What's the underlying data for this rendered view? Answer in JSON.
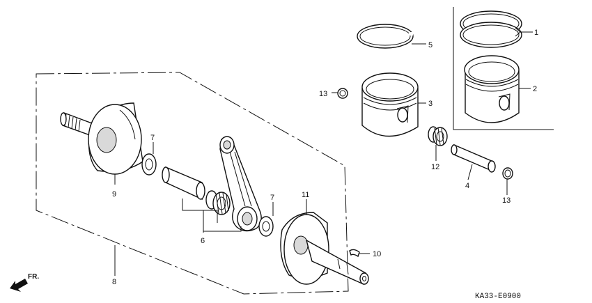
{
  "diagram": {
    "drawing_code": "KA33-E0900",
    "direction_label": "FR.",
    "callouts": [
      {
        "id": "c1",
        "text": "1",
        "part": "piston-ring-set"
      },
      {
        "id": "c2",
        "text": "2",
        "part": "piston-assembly"
      },
      {
        "id": "c3",
        "text": "3",
        "part": "piston"
      },
      {
        "id": "c4",
        "text": "4",
        "part": "piston-pin"
      },
      {
        "id": "c5",
        "text": "5",
        "part": "piston-ring"
      },
      {
        "id": "c6",
        "text": "6",
        "part": "connecting-rod-set"
      },
      {
        "id": "c7a",
        "text": "7",
        "part": "washer-left"
      },
      {
        "id": "c7b",
        "text": "7",
        "part": "washer-right"
      },
      {
        "id": "c8",
        "text": "8",
        "part": "crankshaft-assembly"
      },
      {
        "id": "c9",
        "text": "9",
        "part": "flywheel-left"
      },
      {
        "id": "c10",
        "text": "10",
        "part": "woodruff-key"
      },
      {
        "id": "c11",
        "text": "11",
        "part": "flywheel-right"
      },
      {
        "id": "c12",
        "text": "12",
        "part": "needle-bearing-small"
      },
      {
        "id": "c13a",
        "text": "13",
        "part": "pin-clip-left"
      },
      {
        "id": "c13b",
        "text": "13",
        "part": "pin-clip-right"
      }
    ]
  }
}
